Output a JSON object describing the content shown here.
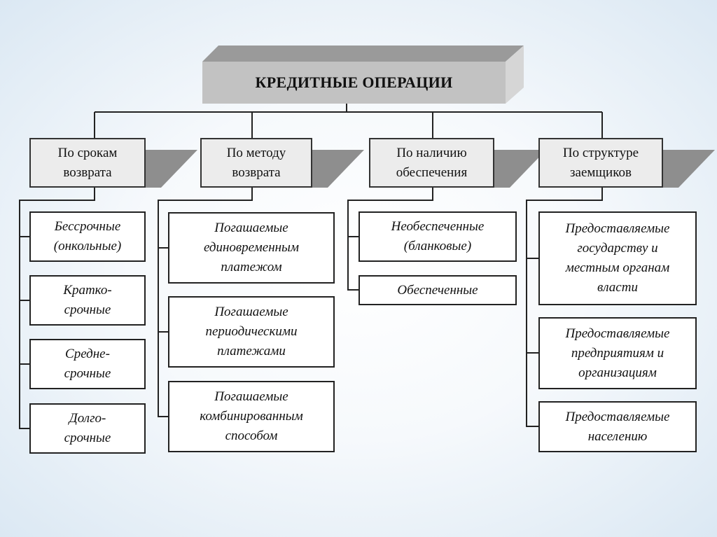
{
  "title": "КРЕДИТНЫЕ ОПЕРАЦИИ",
  "categories": [
    {
      "label": "По срокам\nвозврата",
      "items": [
        "Бессрочные\n(онкольные)",
        "Кратко-\nсрочные",
        "Средне-\nсрочные",
        "Долго-\nсрочные"
      ]
    },
    {
      "label": "По методу\nвозврата",
      "items": [
        "Погашаемые\nединовременным\nплатежом",
        "Погашаемые\nпериодическими\nплатежами",
        "Погашаемые\nкомбинированным\nспособом"
      ]
    },
    {
      "label": "По наличию\nобеспечения",
      "items": [
        "Необеспеченные\n(бланковые)",
        "Обеспеченные"
      ]
    },
    {
      "label": "По структуре\nзаемщиков",
      "items": [
        "Предоставляемые\nгосударству и\nместным органам\nвласти",
        "Предоставляемые\nпредприятиям и\nорганизациям",
        "Предоставляемые\nнаселению"
      ]
    }
  ]
}
